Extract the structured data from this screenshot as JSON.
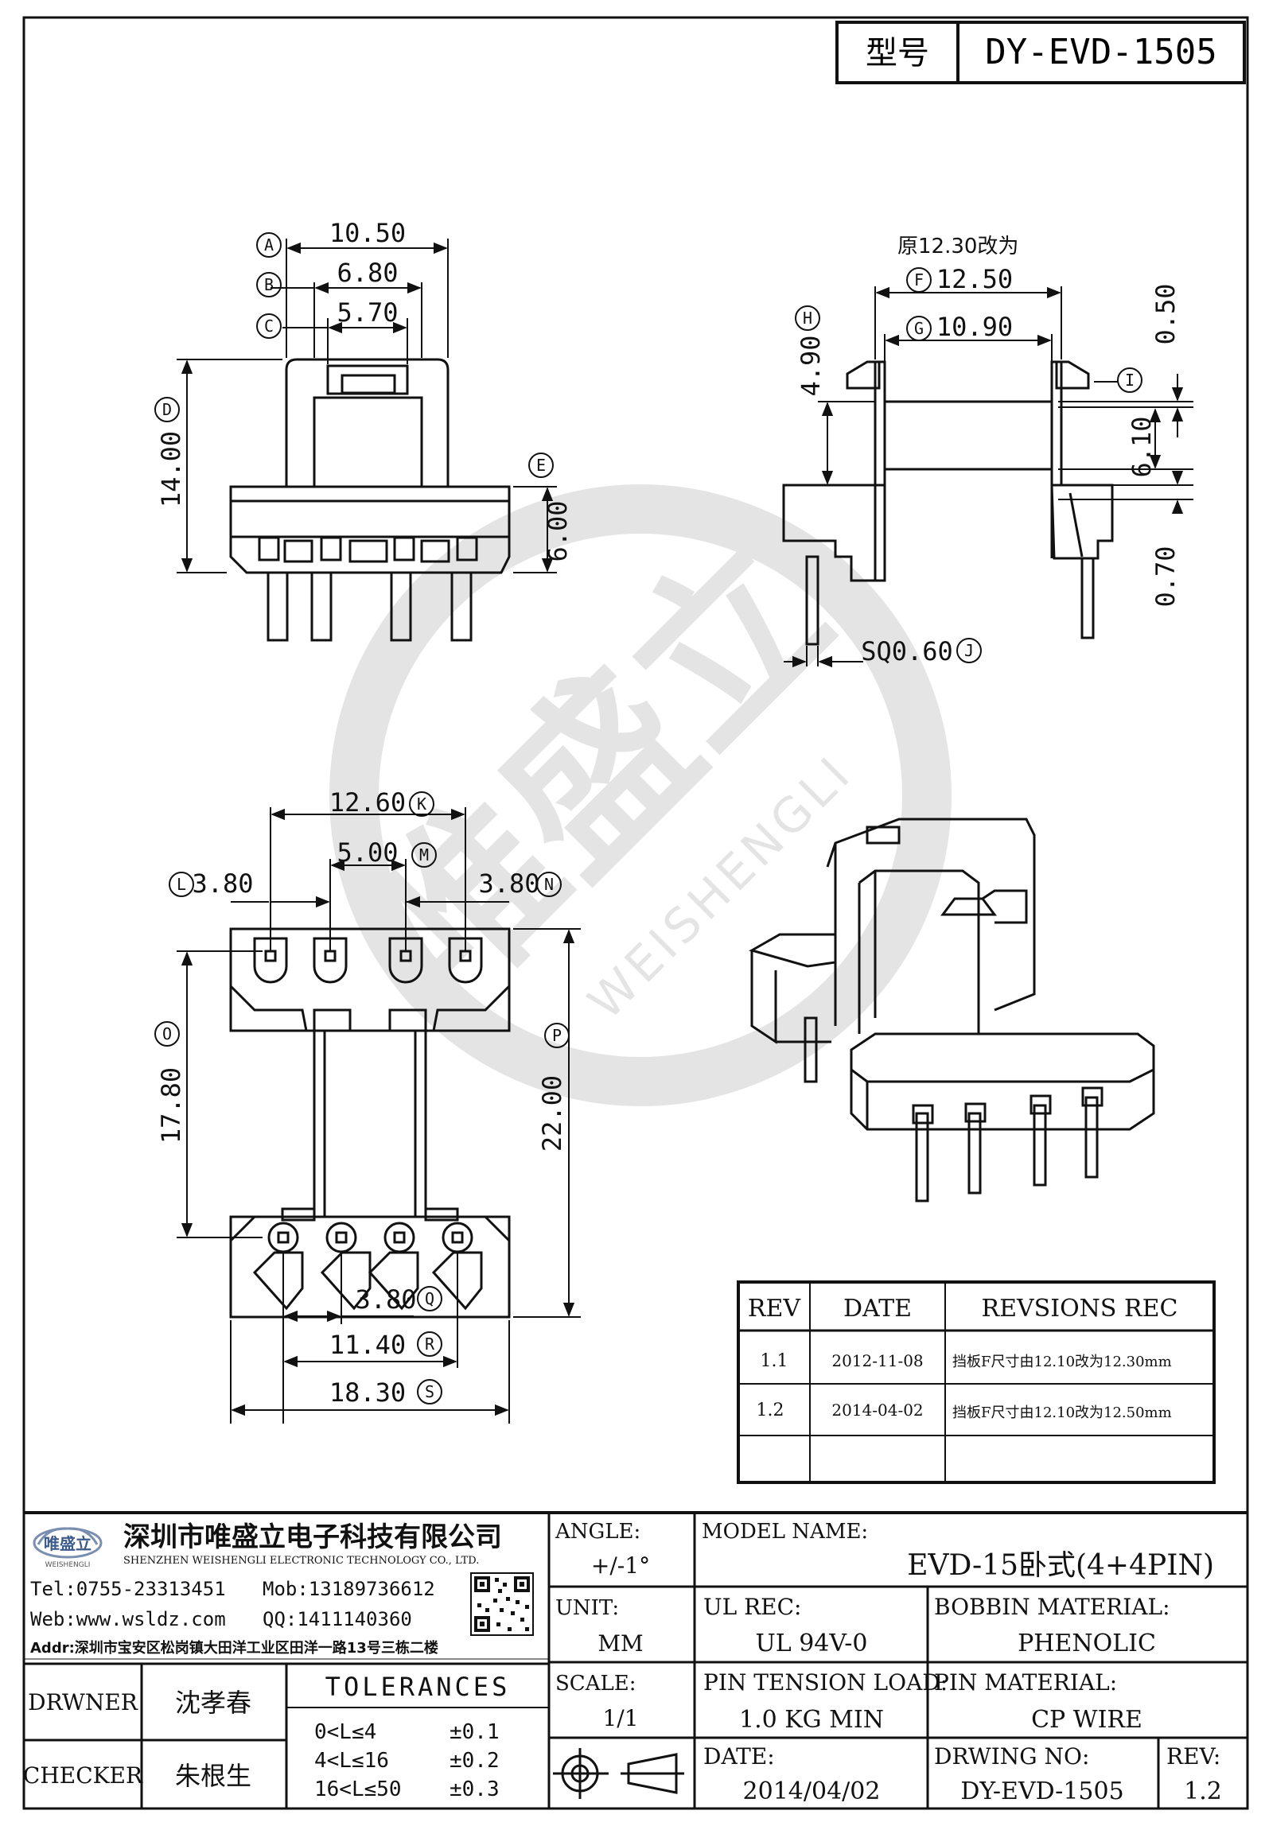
{
  "header": {
    "label": "型号",
    "value": "DY-EVD-1505"
  },
  "front_view": {
    "note_a": "A",
    "dim_a": "10.50",
    "note_b": "B",
    "dim_b": "6.80",
    "note_c": "C",
    "dim_c": "5.70",
    "note_d": "D",
    "dim_d": "14.00",
    "note_e": "E",
    "dim_e": "6.00"
  },
  "side_view": {
    "original_note": "原12.30改为",
    "note_f": "F",
    "dim_f": "12.50",
    "note_g": "G",
    "dim_g": "10.90",
    "note_h": "H",
    "dim_h": "4.90",
    "note_i": "I",
    "dim_i_top": "0.50",
    "dim_i": "6.10",
    "dim_bottom": "0.70",
    "note_j": "J",
    "dim_j": "SQ0.60"
  },
  "bottom_view": {
    "note_k": "K",
    "dim_k": "12.60",
    "note_m": "M",
    "dim_m": "5.00",
    "note_l": "L",
    "dim_l": "3.80",
    "note_n": "N",
    "dim_n": "3.80",
    "note_o": "O",
    "dim_o": "17.80",
    "note_p": "P",
    "dim_p": "22.00",
    "note_q": "Q",
    "dim_q": "3.80",
    "note_r": "R",
    "dim_r": "11.40",
    "note_s": "S",
    "dim_s": "18.30"
  },
  "revision_table": {
    "headers": [
      "REV",
      "DATE",
      "REVSIONS REC"
    ],
    "rows": [
      {
        "rev": "1.1",
        "date": "2012-11-08",
        "rec": "挡板F尺寸由12.10改为12.30mm"
      },
      {
        "rev": "1.2",
        "date": "2014-04-02",
        "rec": "挡板F尺寸由12.10改为12.50mm"
      }
    ]
  },
  "watermark": {
    "cn": "唯盛立",
    "en": "WEISHENGLI"
  },
  "company": {
    "logo_cn": "唯盛立",
    "logo_en": "WEISHENGLI",
    "name_cn": "深圳市唯盛立电子科技有限公司",
    "name_en": "SHENZHEN WEISHENGLI ELECTRONIC TECHNOLOGY CO., LTD.",
    "tel": "Tel:0755-23313451",
    "mob": "Mob:13189736612",
    "web": "Web:www.wsldz.com",
    "qq": "QQ:1411140360",
    "addr": "Addr:深圳市宝安区松岗镇大田洋工业区田洋一路13号三栋二楼"
  },
  "title_block": {
    "angle_label": "ANGLE:",
    "angle_value": "+/-1°",
    "model_label": "MODEL NAME:",
    "model_value": "EVD-15卧式(4+4PIN)",
    "unit_label": "UNIT:",
    "unit_value": "MM",
    "ul_label": "UL REC:",
    "ul_value": "UL 94V-0",
    "bobbin_label": "BOBBIN MATERIAL:",
    "bobbin_value": "PHENOLIC",
    "drawer_label": "DRWNER",
    "drawer_value": "沈孝春",
    "tolerances_label": "TOLERANCES",
    "tol_rows": [
      {
        "range": "0<L≤4",
        "tol": "±0.1"
      },
      {
        "range": "4<L≤16",
        "tol": "±0.2"
      },
      {
        "range": "16<L≤50",
        "tol": "±0.3"
      }
    ],
    "scale_label": "SCALE:",
    "scale_value": "1/1",
    "pin_tension_label": "PIN TENSION LOAD:",
    "pin_tension_value": "1.0 KG MIN",
    "pin_material_label": "PIN MATERIAL:",
    "pin_material_value": "CP WIRE",
    "checker_label": "CHECKER",
    "checker_value": "朱根生",
    "date_label": "DATE:",
    "date_value": "2014/04/02",
    "drawing_no_label": "DRWING NO:",
    "drawing_no_value": "DY-EVD-1505",
    "rev_label": "REV:",
    "rev_value": "1.2"
  }
}
